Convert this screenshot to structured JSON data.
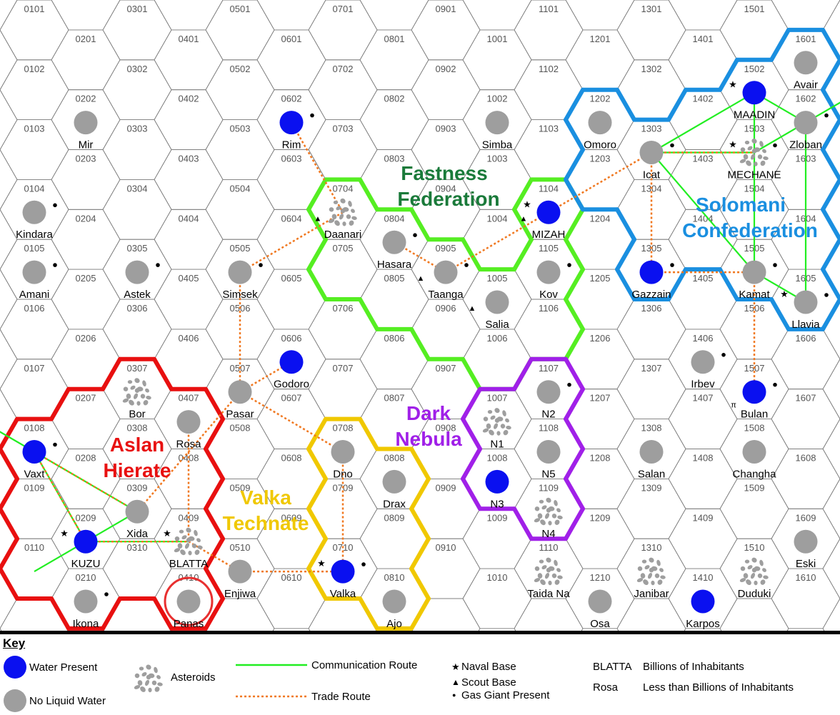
{
  "worlds": [
    {
      "hex": "0202",
      "name": "Mir",
      "water": false
    },
    {
      "hex": "0602",
      "name": "Rim",
      "water": true,
      "gas": true
    },
    {
      "hex": "1002",
      "name": "Simba",
      "water": false
    },
    {
      "hex": "1202",
      "name": "Omoro",
      "water": false
    },
    {
      "hex": "1502",
      "name": "MAADIN",
      "water": true,
      "naval": true,
      "billions": true
    },
    {
      "hex": "1601",
      "name": "Avair",
      "water": false
    },
    {
      "hex": "1602",
      "name": "Zloban",
      "water": false,
      "gas": true
    },
    {
      "hex": "1303",
      "name": "Icat",
      "water": false,
      "gas": true
    },
    {
      "hex": "1503",
      "name": "MECHANE",
      "asteroids": true,
      "naval": true,
      "gas": true,
      "billions": true
    },
    {
      "hex": "0104",
      "name": "Kindara",
      "water": false,
      "gas": true
    },
    {
      "hex": "0704",
      "name": "Daanari",
      "asteroids": true,
      "scout": true
    },
    {
      "hex": "0804",
      "name": "Hasara",
      "water": false,
      "gas": true
    },
    {
      "hex": "1104",
      "name": "MIZAH",
      "water": true,
      "naval": true,
      "scout": true,
      "billions": true
    },
    {
      "hex": "0105",
      "name": "Amani",
      "water": false,
      "gas": true
    },
    {
      "hex": "0305",
      "name": "Astek",
      "water": false,
      "gas": true
    },
    {
      "hex": "0505",
      "name": "Simsek",
      "water": false,
      "gas": true
    },
    {
      "hex": "0905",
      "name": "Taanga",
      "water": false,
      "gas": true,
      "scout": true
    },
    {
      "hex": "1105",
      "name": "Kov",
      "water": false,
      "gas": true
    },
    {
      "hex": "1305",
      "name": "Gazzain",
      "water": true,
      "gas": true
    },
    {
      "hex": "1505",
      "name": "Kamat",
      "water": false,
      "gas": true
    },
    {
      "hex": "1605",
      "name": "Llavia",
      "water": false,
      "naval": true,
      "gas": true
    },
    {
      "hex": "1005",
      "name": "Salia",
      "water": false,
      "scout": true
    },
    {
      "hex": "0307",
      "name": "Bor",
      "asteroids": true
    },
    {
      "hex": "0507",
      "name": "Pasar",
      "water": false
    },
    {
      "hex": "0606",
      "name": "Godoro",
      "water": true
    },
    {
      "hex": "1107",
      "name": "N2",
      "water": false,
      "gas": true
    },
    {
      "hex": "1406",
      "name": "Irbev",
      "water": false,
      "gas": true
    },
    {
      "hex": "1507",
      "name": "Bulan",
      "water": true,
      "gas": true,
      "research": true
    },
    {
      "hex": "0407",
      "name": "Rosa",
      "water": false
    },
    {
      "hex": "1007",
      "name": "N1",
      "asteroids": true
    },
    {
      "hex": "0108",
      "name": "Vaxt",
      "water": true,
      "gas": true
    },
    {
      "hex": "0708",
      "name": "Dno",
      "water": false
    },
    {
      "hex": "1108",
      "name": "N5",
      "water": false
    },
    {
      "hex": "1308",
      "name": "Salan",
      "water": false
    },
    {
      "hex": "1508",
      "name": "Changha",
      "water": false
    },
    {
      "hex": "0808",
      "name": "Drax",
      "water": false
    },
    {
      "hex": "1008",
      "name": "N3",
      "water": true
    },
    {
      "hex": "0309",
      "name": "Xida",
      "water": false
    },
    {
      "hex": "1109",
      "name": "N4",
      "asteroids": true
    },
    {
      "hex": "0209",
      "name": "KUZU",
      "water": true,
      "naval": true,
      "billions": true
    },
    {
      "hex": "0409",
      "name": "BLATTA",
      "asteroids": true,
      "naval": true,
      "billions": true
    },
    {
      "hex": "1609",
      "name": "Eski",
      "water": false
    },
    {
      "hex": "0510",
      "name": "Enjiwa",
      "water": false
    },
    {
      "hex": "0710",
      "name": "Valka",
      "water": true,
      "naval": true,
      "gas": true
    },
    {
      "hex": "1110",
      "name": "Taida Na",
      "asteroids": true
    },
    {
      "hex": "1310",
      "name": "Janibar",
      "asteroids": true
    },
    {
      "hex": "1510",
      "name": "Duduki",
      "asteroids": true
    },
    {
      "hex": "0210",
      "name": "Ikona",
      "water": false,
      "gas": true
    },
    {
      "hex": "0410",
      "name": "Panas",
      "water": false,
      "capital": true
    },
    {
      "hex": "0810",
      "name": "Ajo",
      "water": false
    },
    {
      "hex": "1210",
      "name": "Osa",
      "water": false
    },
    {
      "hex": "1410",
      "name": "Karpos",
      "water": true
    }
  ],
  "polities": [
    {
      "name": "Fastness Federation",
      "lines": [
        "Fastness",
        "Federation"
      ],
      "color": "#1a7a3a",
      "border": "#55ee22",
      "hexes": [
        "0704",
        "0705",
        "0804",
        "0805",
        "0905",
        "0906",
        "1005",
        "1006",
        "1104",
        "1105",
        "1106"
      ]
    },
    {
      "name": "Solomani Confederation",
      "lines": [
        "Solomani",
        "Confederation"
      ],
      "color": "#1a8fe0",
      "border": "#1a8fe0",
      "hexes": [
        "1202",
        "1203",
        "1303",
        "1304",
        "1305",
        "1402",
        "1403",
        "1404",
        "1502",
        "1503",
        "1504",
        "1505",
        "1601",
        "1602",
        "1603",
        "1604",
        "1605"
      ]
    },
    {
      "name": "Dark Nebula",
      "lines": [
        "Dark",
        "Nebula"
      ],
      "color": "#a020e8",
      "border": "#a020e8",
      "hexes": [
        "1007",
        "1008",
        "1107",
        "1108",
        "1109"
      ]
    },
    {
      "name": "Valka Technate",
      "lines": [
        "Valka",
        "Technate"
      ],
      "color": "#f0c800",
      "border": "#f0c800",
      "hexes": [
        "0708",
        "0709",
        "0710",
        "0808",
        "0809",
        "0810"
      ]
    },
    {
      "name": "Aslan Hierate",
      "lines": [
        "Aslan",
        "Hierate"
      ],
      "color": "#e81010",
      "border": "#e81010",
      "hexes": [
        "0108",
        "0109",
        "0110",
        "0207",
        "0208",
        "0209",
        "0210",
        "0307",
        "0308",
        "0309",
        "0310",
        "0407",
        "0408",
        "0409",
        "0410"
      ]
    }
  ],
  "comm_routes": [
    [
      "0108",
      "0209"
    ],
    [
      "0108",
      "0309"
    ],
    [
      "0209",
      "0309"
    ],
    [
      "0209",
      "0409"
    ],
    [
      "0209",
      "0110"
    ],
    [
      "0108",
      "0007"
    ],
    [
      "1303",
      "1502"
    ],
    [
      "1303",
      "1503"
    ],
    [
      "1303",
      "1505"
    ],
    [
      "1502",
      "1602"
    ],
    [
      "1503",
      "1602"
    ],
    [
      "1602",
      "1605"
    ],
    [
      "1505",
      "1605"
    ],
    [
      "1502",
      "1505"
    ],
    [
      "1602",
      "1702"
    ]
  ],
  "trade_routes": [
    [
      "0602",
      "0704"
    ],
    [
      "0704",
      "0505"
    ],
    [
      "0505",
      "0507"
    ],
    [
      "0507",
      "0606"
    ],
    [
      "0507",
      "0708"
    ],
    [
      "0507",
      "0309"
    ],
    [
      "0708",
      "0710"
    ],
    [
      "0407",
      "0409"
    ],
    [
      "0409",
      "0510"
    ],
    [
      "0510",
      "0710"
    ],
    [
      "0108",
      "0209"
    ],
    [
      "0108",
      "0309"
    ],
    [
      "0209",
      "0409"
    ],
    [
      "0804",
      "0905"
    ],
    [
      "0905",
      "1104"
    ],
    [
      "1104",
      "1303"
    ],
    [
      "1303",
      "1503"
    ],
    [
      "1303",
      "1305"
    ],
    [
      "1305",
      "1505"
    ],
    [
      "1505",
      "1507"
    ]
  ],
  "region_labels": {
    "fastness": [
      "Fastness",
      "Federation"
    ],
    "solomani": [
      "Solomani",
      "Confederation"
    ],
    "dark": [
      "Dark",
      "Nebula"
    ],
    "valka": [
      "Valka",
      "Technate"
    ],
    "aslan": [
      "Aslan",
      "Hierate"
    ]
  },
  "colors": {
    "water": "#0a10f0",
    "dry": "#9e9e9e",
    "comm": "#22ee22",
    "trade": "#f07820",
    "grid": "#777777",
    "capital_ring": "#e83030"
  },
  "key": {
    "title": "Key",
    "water_present": "Water Present",
    "no_liquid_water": "No Liquid Water",
    "asteroids": "Asteroids",
    "communication_route": "Communication Route",
    "trade_route": "Trade Route",
    "naval_base": "Naval Base",
    "scout_base": "Scout Base",
    "gas_giant": "Gas Giant Present",
    "pop_high_example": "BLATTA",
    "pop_high_text": "Billions of Inhabitants",
    "pop_low_example": "Rosa",
    "pop_low_text": "Less than Billions of Inhabitants",
    "naval_symbol": "★",
    "scout_symbol": "▲",
    "gas_symbol": "●"
  }
}
